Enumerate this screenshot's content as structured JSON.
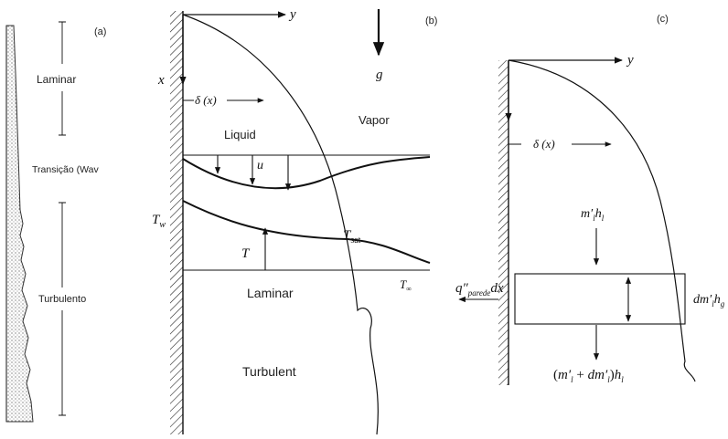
{
  "panel_a": {
    "label": "(a)",
    "regions": {
      "laminar": "Laminar",
      "transition": "Transição (Wav",
      "turbulent": "Turbulento"
    }
  },
  "panel_b": {
    "label": "(b)",
    "axis_y": "y",
    "axis_x": "x",
    "gravity": "g",
    "delta": "δ (x)",
    "liquid": "Liquid",
    "vapor": "Vapor",
    "velocity": "u",
    "wall_temp": "T",
    "wall_temp_sub": "w",
    "temp": "T",
    "sat_temp": "T",
    "sat_temp_sub": "sat",
    "inf_temp": "T",
    "inf_temp_sub": "∞",
    "laminar": "Laminar",
    "turbulent": "Turbulent"
  },
  "panel_c": {
    "label": "(c)",
    "axis_y": "y",
    "delta": "δ (x)",
    "inflow_m": "m′",
    "inflow_m_sub": "l",
    "inflow_h": "h",
    "inflow_h_sub": "l",
    "wall_q": "q″",
    "wall_q_sub": "parede",
    "wall_dx": "dx",
    "cond_dm": "dm′",
    "cond_dm_sub": "l",
    "cond_h": "h",
    "cond_h_sub": "g",
    "out_open": "(",
    "out_m": "m′",
    "out_m_sub": "l",
    "out_plus": " + ",
    "out_dm": "dm′",
    "out_dm_sub": "l",
    "out_close": ")",
    "out_h": "h",
    "out_h_sub": "l"
  }
}
